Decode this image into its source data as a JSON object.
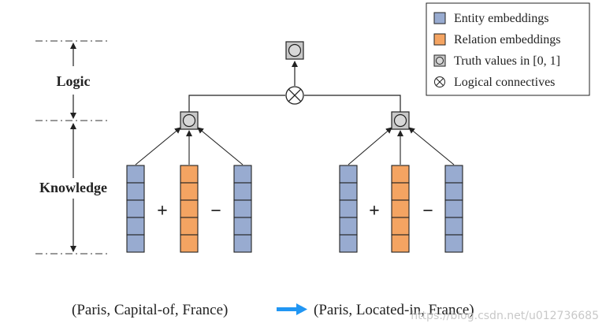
{
  "legend": {
    "entity_label": "Entity embeddings",
    "relation_label": "Relation embeddings",
    "truth_label": "Truth values in [0, 1]",
    "connective_label": "Logical connectives"
  },
  "levels": {
    "logic_label": "Logic",
    "knowledge_label": "Knowledge"
  },
  "operators": {
    "plus": "+",
    "minus": "−"
  },
  "caption": {
    "premise": "(Paris, Capital-of, France)",
    "conclusion": "(Paris, Located-in, France)"
  },
  "watermark": "https://blog.csdn.net/u012736685",
  "colors": {
    "entity": "#98abd0",
    "relation": "#f4a462",
    "truth_circle": "#c8c8c8",
    "arrow": "#2196f3",
    "line": "#222222"
  }
}
